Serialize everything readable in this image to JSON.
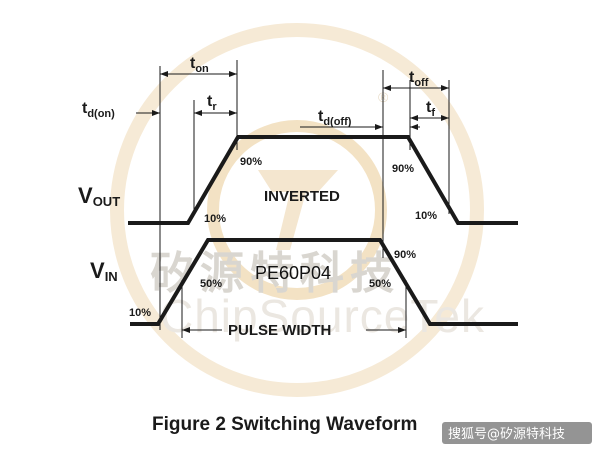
{
  "figure": {
    "caption": "Figure 2 Switching Waveform",
    "overlay_label": "PE60P04",
    "watermark": {
      "cn_text": "矽源特科技",
      "en_text": "ChipSourceTek",
      "registered_mark": "®"
    },
    "credit": "搜狐号@矽源特科技"
  },
  "signals": {
    "vout": {
      "main": "V",
      "sub": "OUT"
    },
    "vin": {
      "main": "V",
      "sub": "IN"
    }
  },
  "timing": {
    "td_on": {
      "main": "t",
      "sub": "d(on)"
    },
    "t_on": {
      "main": "t",
      "sub": "on"
    },
    "t_r": {
      "main": "t",
      "sub": "r"
    },
    "td_off": {
      "main": "t",
      "sub": "d(off)"
    },
    "t_off": {
      "main": "t",
      "sub": "off"
    },
    "t_f": {
      "main": "t",
      "sub": "f"
    }
  },
  "levels": {
    "vout_rise_90": "90%",
    "vout_rise_10": "10%",
    "vout_fall_90": "90%",
    "vout_fall_10": "10%",
    "vin_rise_10": "10%",
    "vin_rise_50": "50%",
    "vin_fall_90": "90%",
    "vin_fall_50": "50%"
  },
  "annotations": {
    "inverted": "INVERTED",
    "pulse_width": "PULSE WIDTH"
  },
  "colors": {
    "ink": "#1a1a1a",
    "watermark_ring": "#f3e2c4",
    "watermark_text": "#d9d6d0",
    "credit_text": "#ffffff"
  }
}
